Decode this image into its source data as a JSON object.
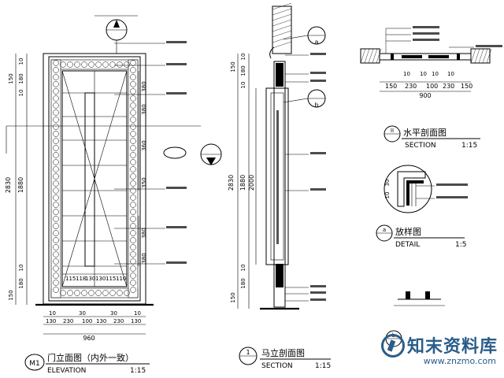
{
  "elevation": {
    "label_id": "M1",
    "title": "门立面图（内外一致）",
    "subtitle": "ELEVATION",
    "scale": "1:15",
    "height_dims": [
      "2830",
      "1880",
      "150",
      "180",
      "10",
      "10",
      "150",
      "180",
      "10"
    ],
    "width_total": "960",
    "width_dims_top": [
      "10",
      "30",
      "30",
      "10"
    ],
    "width_dims_bottom": [
      "130",
      "230",
      "100",
      "130",
      "230",
      "130"
    ],
    "glass_dims": [
      "115",
      "118",
      "130",
      "130",
      "115",
      "110"
    ],
    "panel_dims": [
      "380",
      "380",
      "360",
      "350",
      "380",
      "380"
    ]
  },
  "section_side": {
    "label_id": "1",
    "title": "马立剖面图",
    "subtitle": "SECTION",
    "scale": "1:15",
    "height_dims": [
      "2830",
      "1880",
      "2000",
      "150",
      "180",
      "10",
      "10",
      "150",
      "180",
      "10"
    ],
    "bubble_top": "a",
    "bubble_mid": "b"
  },
  "section_plan": {
    "label_id": "II",
    "title": "水平剖面图",
    "subtitle": "SECTION",
    "scale": "1:15",
    "width_total": "900",
    "width_dims": [
      "150",
      "230",
      "100",
      "230",
      "150"
    ],
    "small_dims": [
      "10",
      "10",
      "10",
      "10"
    ]
  },
  "detail_a": {
    "label_id": "a",
    "title": "放样图",
    "subtitle": "DETAIL",
    "scale": "1:5",
    "dims": [
      "30",
      "10"
    ]
  },
  "detail_b": {
    "label_id": "b"
  },
  "watermark": {
    "title": "知末资料库",
    "url": "www.znzmo.com"
  }
}
